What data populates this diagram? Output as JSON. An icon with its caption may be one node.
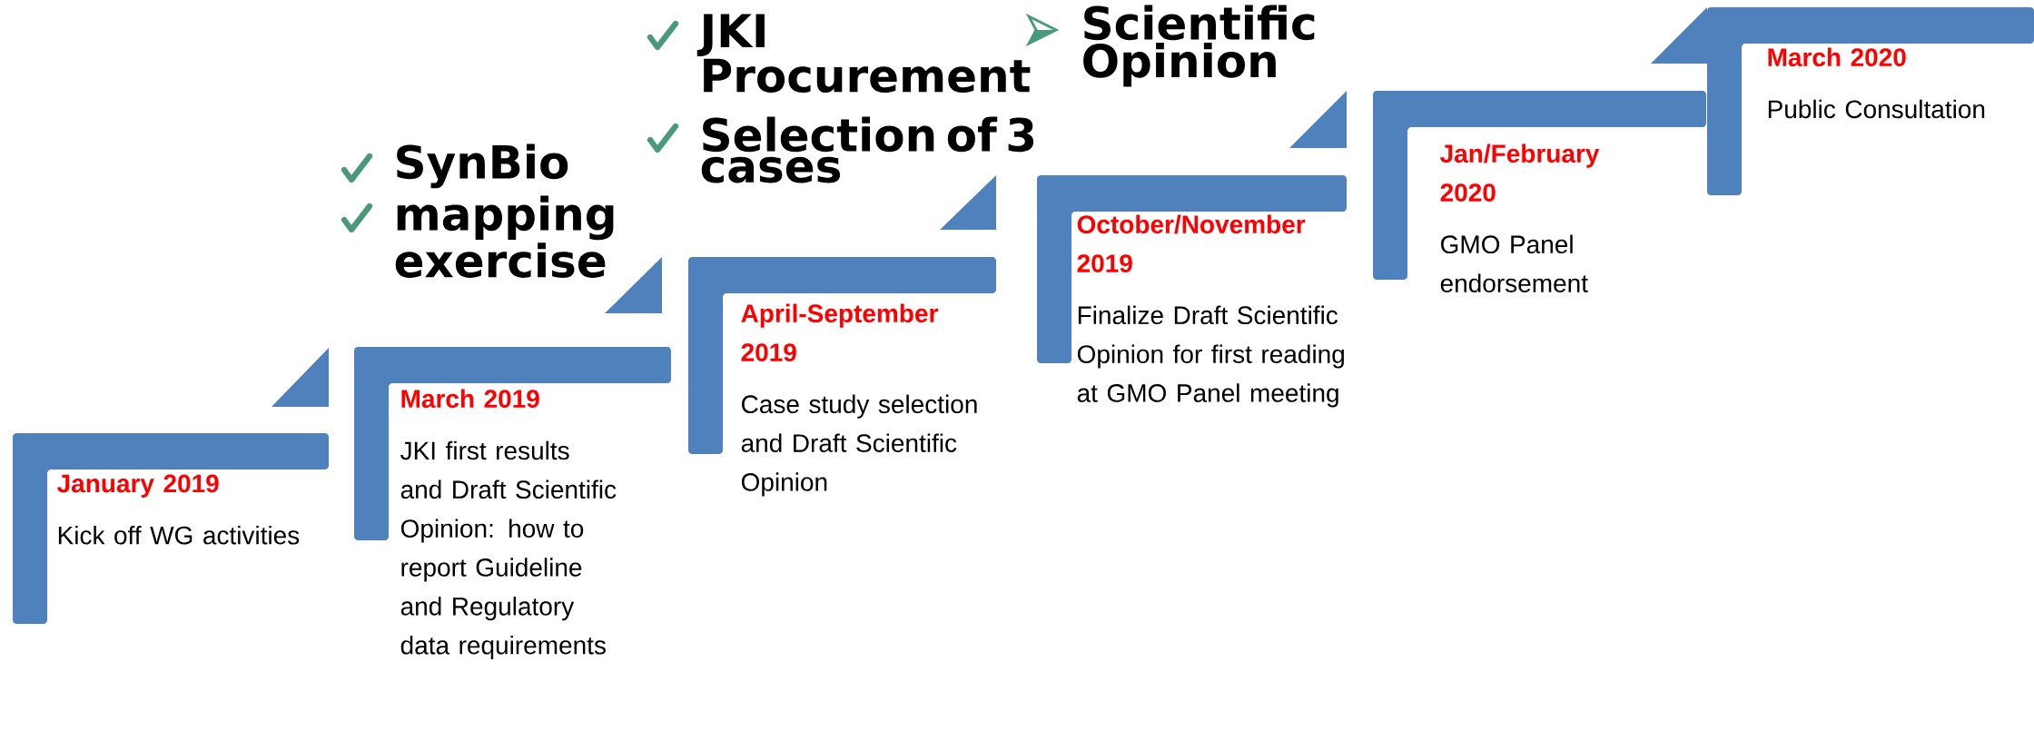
{
  "diagram": {
    "nodes": [
      {
        "text": [
          "January 2019",
          "Kick off WG activities"
        ]
      },
      {
        "text": [
          "March 2019",
          "JKI first results and Draft Scientific Opinion: how to report Guideline and Regulatory data requirements"
        ]
      },
      {
        "text": [
          "April-September 2019",
          "Case study selection and Draft Scientific Opinion"
        ]
      },
      {
        "text": [
          "October/November 2019",
          "Finalize Draft Scientific Opinion for first reading at GMO Panel meeting"
        ]
      },
      {
        "text": [
          "Jan/February 2020",
          "GMO Panel endorsement"
        ]
      },
      {
        "text": [
          "March 2020",
          "Public Consultation"
        ]
      }
    ],
    "labels": [
      "SynBio",
      "mapping exercise",
      "JKI Procurement",
      "Selection of 3 cases",
      "Scientific Opinion"
    ]
  }
}
